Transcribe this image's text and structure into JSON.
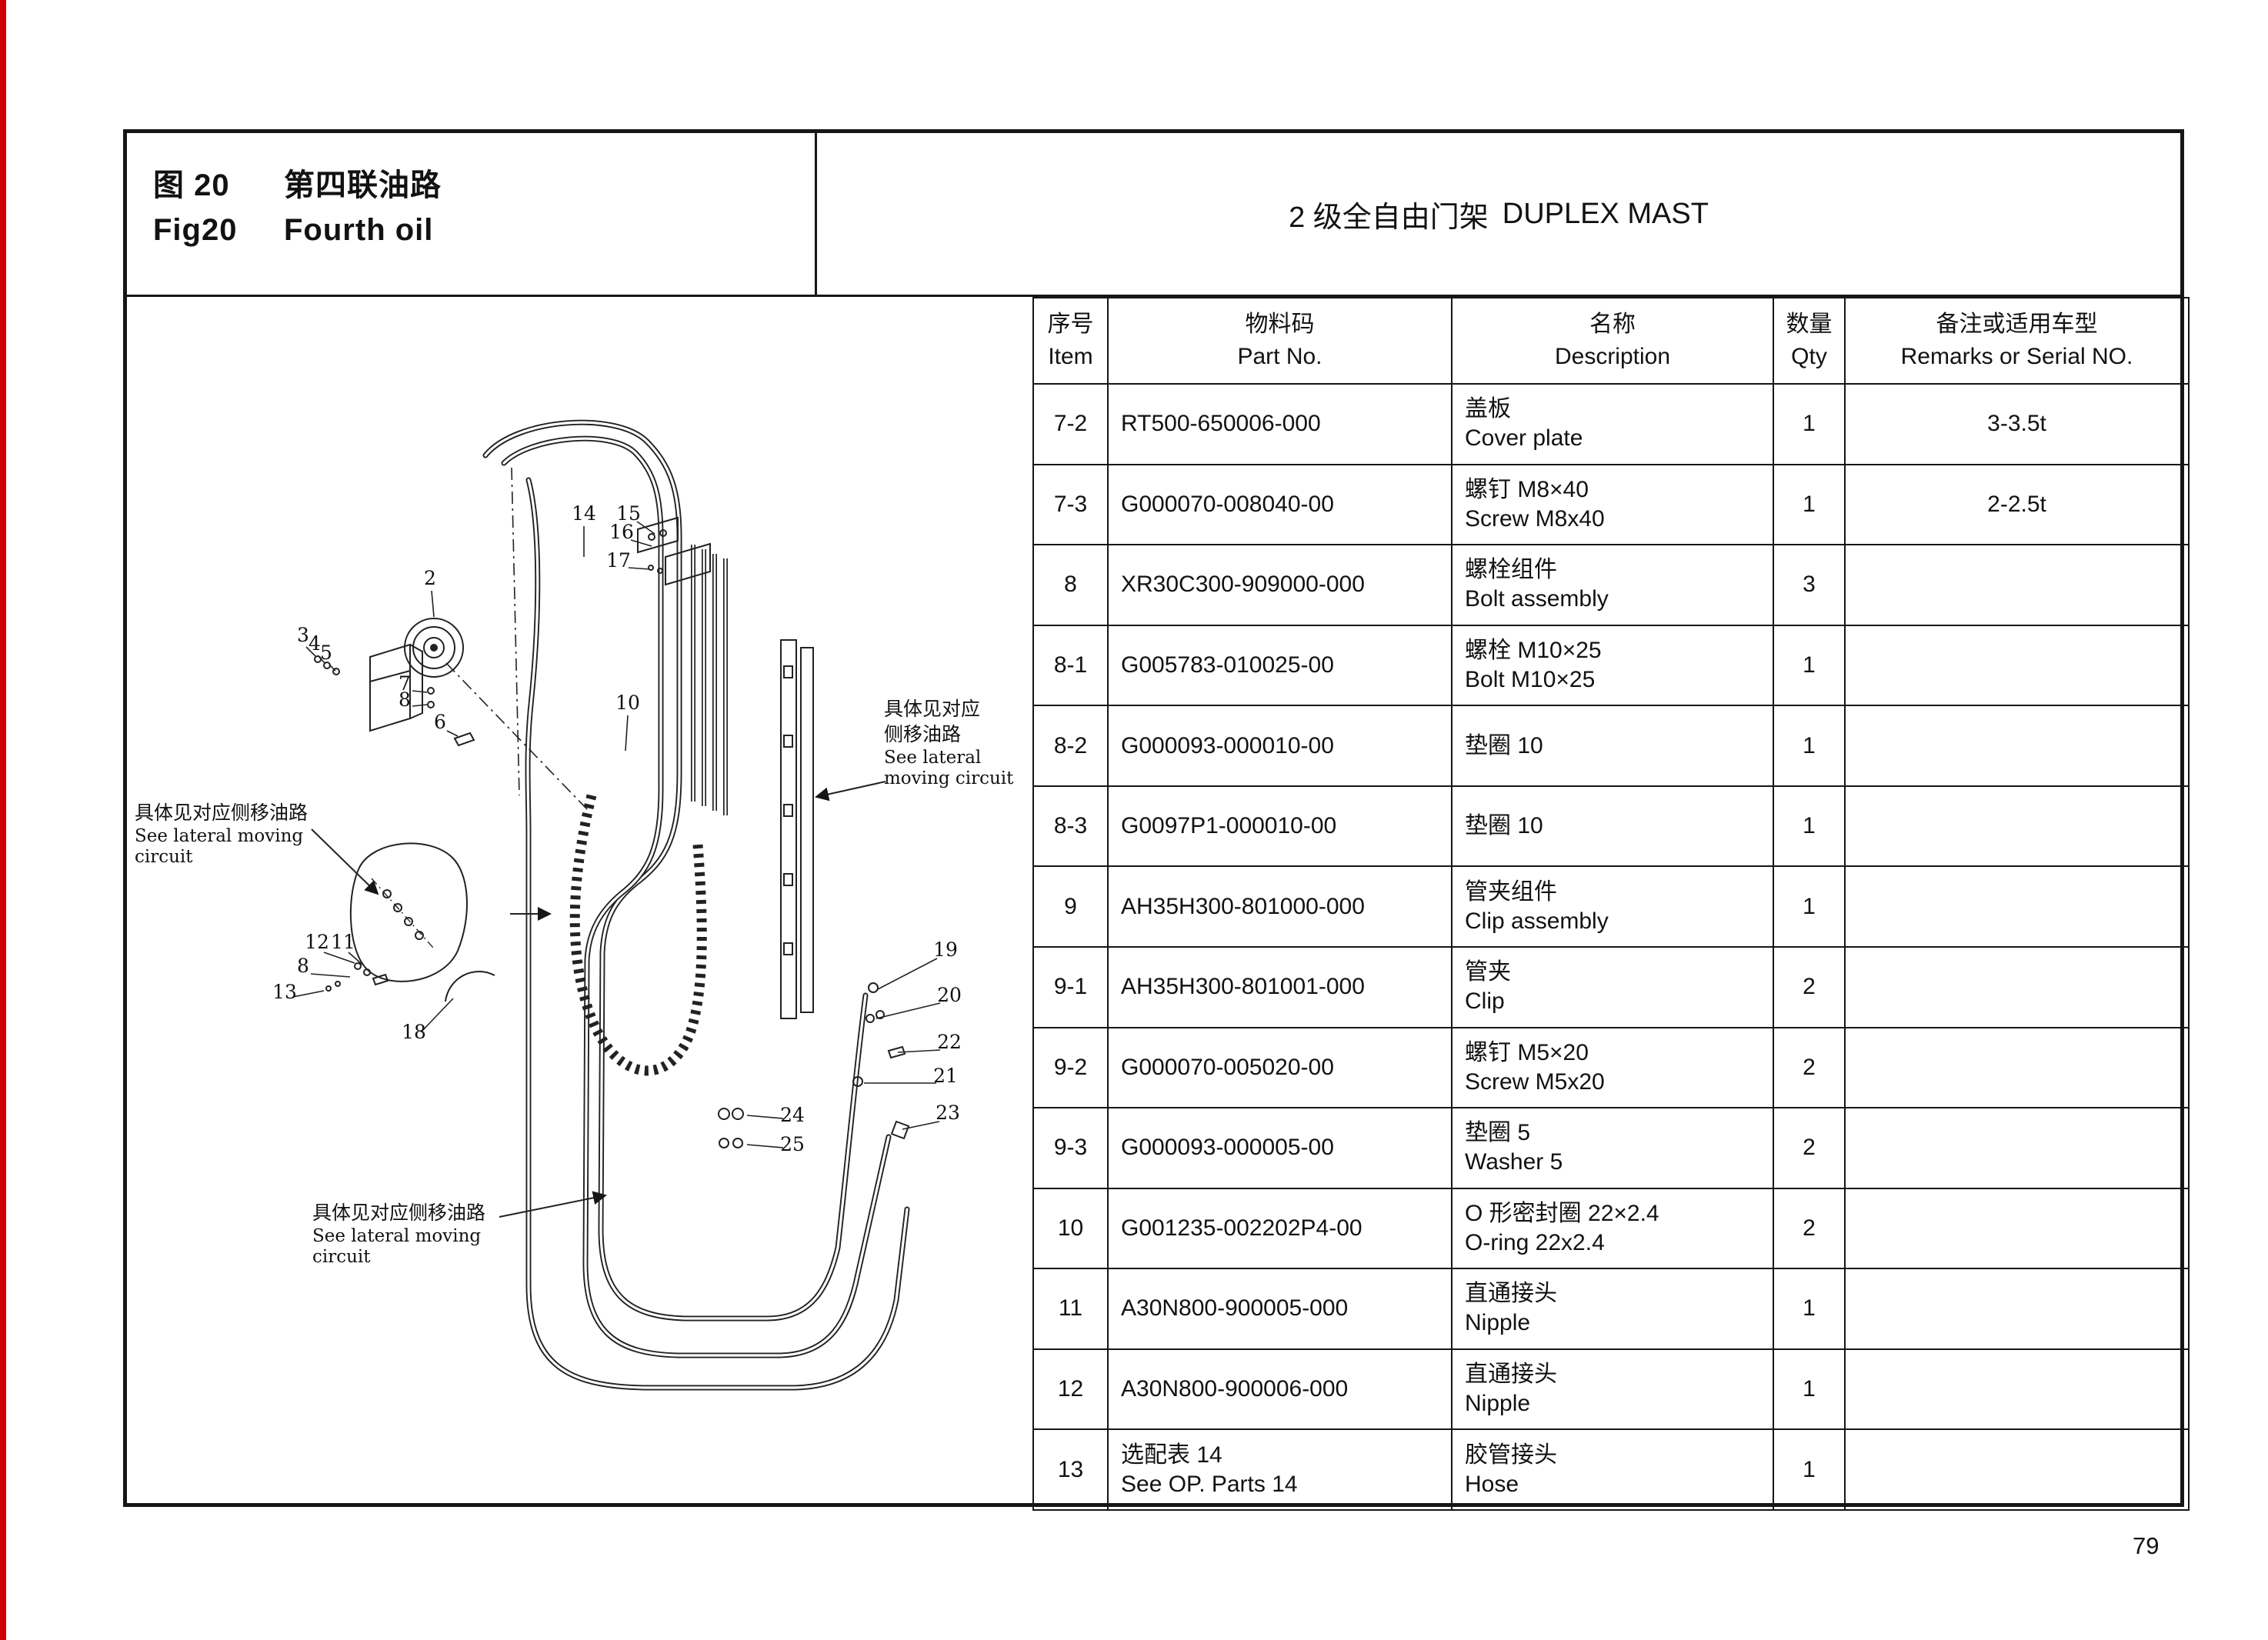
{
  "page": {
    "number": "79"
  },
  "header": {
    "fig_label_cn": "图 20",
    "fig_title_cn": "第四联油路",
    "fig_label_en": "Fig20",
    "fig_title_en": "Fourth oil",
    "mast_title_cn": "2 级全自由门架",
    "mast_title_en": "DUPLEX MAST"
  },
  "table": {
    "headers": {
      "item_cn": "序号",
      "item_en": "Item",
      "part_cn": "物料码",
      "part_en": "Part No.",
      "desc_cn": "名称",
      "desc_en": "Description",
      "qty_cn": "数量",
      "qty_en": "Qty",
      "remarks_cn": "备注或适用车型",
      "remarks_en": "Remarks or Serial NO."
    },
    "rows": [
      {
        "item": "7-2",
        "part1": "RT500-650006-000",
        "part2": "",
        "desc1": "盖板",
        "desc2": "Cover plate",
        "qty": "1",
        "remarks": "3-3.5t"
      },
      {
        "item": "7-3",
        "part1": "G000070-008040-00",
        "part2": "",
        "desc1": "螺钉 M8×40",
        "desc2": "Screw M8x40",
        "qty": "1",
        "remarks": "2-2.5t"
      },
      {
        "item": "8",
        "part1": "XR30C300-909000-000",
        "part2": "",
        "desc1": "螺栓组件",
        "desc2": "Bolt assembly",
        "qty": "3",
        "remarks": ""
      },
      {
        "item": "8-1",
        "part1": "G005783-010025-00",
        "part2": "",
        "desc1": "螺栓 M10×25",
        "desc2": "Bolt M10×25",
        "qty": "1",
        "remarks": ""
      },
      {
        "item": "8-2",
        "part1": "G000093-000010-00",
        "part2": "",
        "desc1": "垫圈 10",
        "desc2": "",
        "qty": "1",
        "remarks": ""
      },
      {
        "item": "8-3",
        "part1": "G0097P1-000010-00",
        "part2": "",
        "desc1": "垫圈 10",
        "desc2": "",
        "qty": "1",
        "remarks": ""
      },
      {
        "item": "9",
        "part1": "AH35H300-801000-000",
        "part2": "",
        "desc1": "管夹组件",
        "desc2": "Clip assembly",
        "qty": "1",
        "remarks": ""
      },
      {
        "item": "9-1",
        "part1": "AH35H300-801001-000",
        "part2": "",
        "desc1": "管夹",
        "desc2": "Clip",
        "qty": "2",
        "remarks": ""
      },
      {
        "item": "9-2",
        "part1": "G000070-005020-00",
        "part2": "",
        "desc1": "螺钉 M5×20",
        "desc2": "Screw M5x20",
        "qty": "2",
        "remarks": ""
      },
      {
        "item": "9-3",
        "part1": "G000093-000005-00",
        "part2": "",
        "desc1": "垫圈 5",
        "desc2": "Washer 5",
        "qty": "2",
        "remarks": ""
      },
      {
        "item": "10",
        "part1": "G001235-002202P4-00",
        "part2": "",
        "desc1": "O 形密封圈 22×2.4",
        "desc2": "O-ring 22x2.4",
        "qty": "2",
        "remarks": ""
      },
      {
        "item": "11",
        "part1": "A30N800-900005-000",
        "part2": "",
        "desc1": "直通接头",
        "desc2": "Nipple",
        "qty": "1",
        "remarks": ""
      },
      {
        "item": "12",
        "part1": "A30N800-900006-000",
        "part2": "",
        "desc1": "直通接头",
        "desc2": "Nipple",
        "qty": "1",
        "remarks": ""
      },
      {
        "item": "13",
        "part1": "选配表 14",
        "part2": "See OP. Parts 14",
        "desc1": "胶管接头",
        "desc2": "Hose",
        "qty": "1",
        "remarks": ""
      }
    ]
  },
  "diagram": {
    "callouts": [
      "14",
      "15",
      "16",
      "17",
      "2",
      "3",
      "4",
      "5",
      "7",
      "8",
      "6",
      "10",
      "12",
      "11",
      "8",
      "13",
      "18",
      "19",
      "20",
      "22",
      "21",
      "23",
      "24",
      "25"
    ],
    "notes": {
      "right": {
        "lines": [
          "具体见对应",
          "侧移油路",
          "See lateral",
          "moving circuit"
        ]
      },
      "left": {
        "lines": [
          "具体见对应侧移油路",
          "See lateral moving",
          "circuit"
        ]
      },
      "bottom": {
        "lines": [
          "具体见对应侧移油路",
          "See lateral moving",
          "circuit"
        ]
      }
    }
  },
  "colors": {
    "edge_mark": "#d10000",
    "ink": "#161616"
  }
}
